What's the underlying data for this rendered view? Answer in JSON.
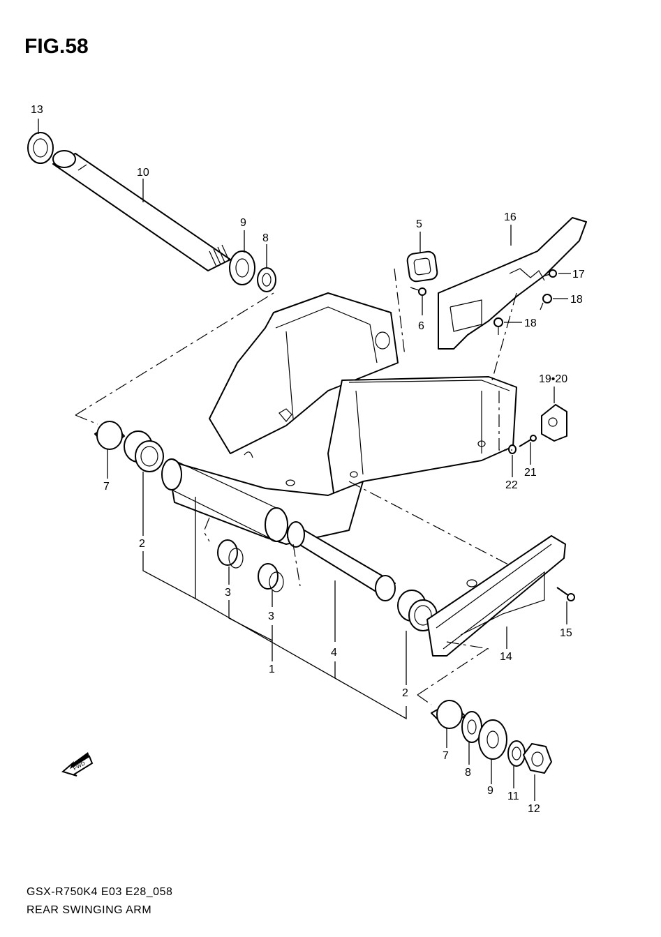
{
  "figure": {
    "title": "FIG.58",
    "model_code": "GSX-R750K4 E03 E28_058",
    "name": "REAR SWINGING ARM"
  },
  "badge": {
    "fwd_label": "FWD"
  },
  "callouts": [
    {
      "id": "c13",
      "text": "13"
    },
    {
      "id": "c10",
      "text": "10"
    },
    {
      "id": "c9a",
      "text": "9"
    },
    {
      "id": "c8a",
      "text": "8"
    },
    {
      "id": "c5",
      "text": "5"
    },
    {
      "id": "c6",
      "text": "6"
    },
    {
      "id": "c16",
      "text": "16"
    },
    {
      "id": "c17",
      "text": "17"
    },
    {
      "id": "c18a",
      "text": "18"
    },
    {
      "id": "c18b",
      "text": "18"
    },
    {
      "id": "c1920",
      "text": "19•20"
    },
    {
      "id": "c21",
      "text": "21"
    },
    {
      "id": "c22",
      "text": "22"
    },
    {
      "id": "c7a",
      "text": "7"
    },
    {
      "id": "c2a",
      "text": "2"
    },
    {
      "id": "c3a",
      "text": "3"
    },
    {
      "id": "c3b",
      "text": "3"
    },
    {
      "id": "c1",
      "text": "1"
    },
    {
      "id": "c4",
      "text": "4"
    },
    {
      "id": "c2b",
      "text": "2"
    },
    {
      "id": "c15",
      "text": "15"
    },
    {
      "id": "c14",
      "text": "14"
    },
    {
      "id": "c7b",
      "text": "7"
    },
    {
      "id": "c8b",
      "text": "8"
    },
    {
      "id": "c9b",
      "text": "9"
    },
    {
      "id": "c11",
      "text": "11"
    },
    {
      "id": "c12",
      "text": "12"
    }
  ]
}
